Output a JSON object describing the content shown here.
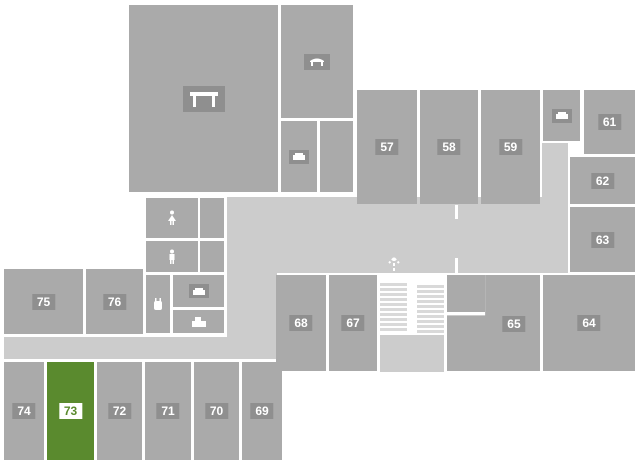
{
  "colors": {
    "room": "#aaaaaa",
    "corridor": "#cccccc",
    "selected": "#5a8a2e",
    "label_bg": "#8f8f8f"
  },
  "map": {
    "selected_room": "73",
    "rooms": {
      "r57": "57",
      "r58": "58",
      "r59": "59",
      "r61": "61",
      "r62": "62",
      "r63": "63",
      "r64": "64",
      "r65": "65",
      "r67": "67",
      "r68": "68",
      "r69": "69",
      "r70": "70",
      "r71": "71",
      "r72": "72",
      "r73": "73",
      "r74": "74",
      "r75": "75",
      "r76": "76"
    },
    "icons": [
      "conference-table-icon",
      "meeting-table-icon",
      "printer-icon",
      "female-restroom-icon",
      "male-restroom-icon",
      "baby-changing-icon",
      "stairs-up-arrow-icon"
    ]
  }
}
